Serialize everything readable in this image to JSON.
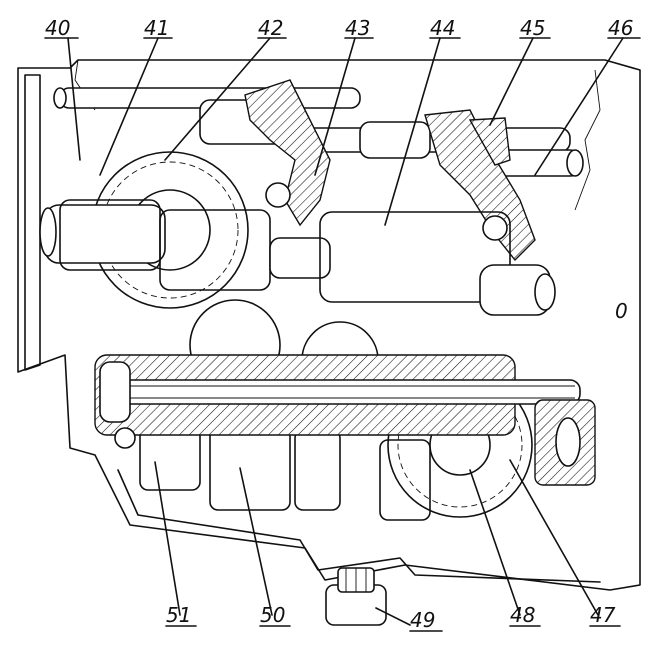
{
  "labels": {
    "l40": "40",
    "l41": "41",
    "l42": "42",
    "l43": "43",
    "l44": "44",
    "l45": "45",
    "l46": "46",
    "l47": "47",
    "l48": "48",
    "l49": "49",
    "l50": "50",
    "l51": "51",
    "mark": "0"
  }
}
